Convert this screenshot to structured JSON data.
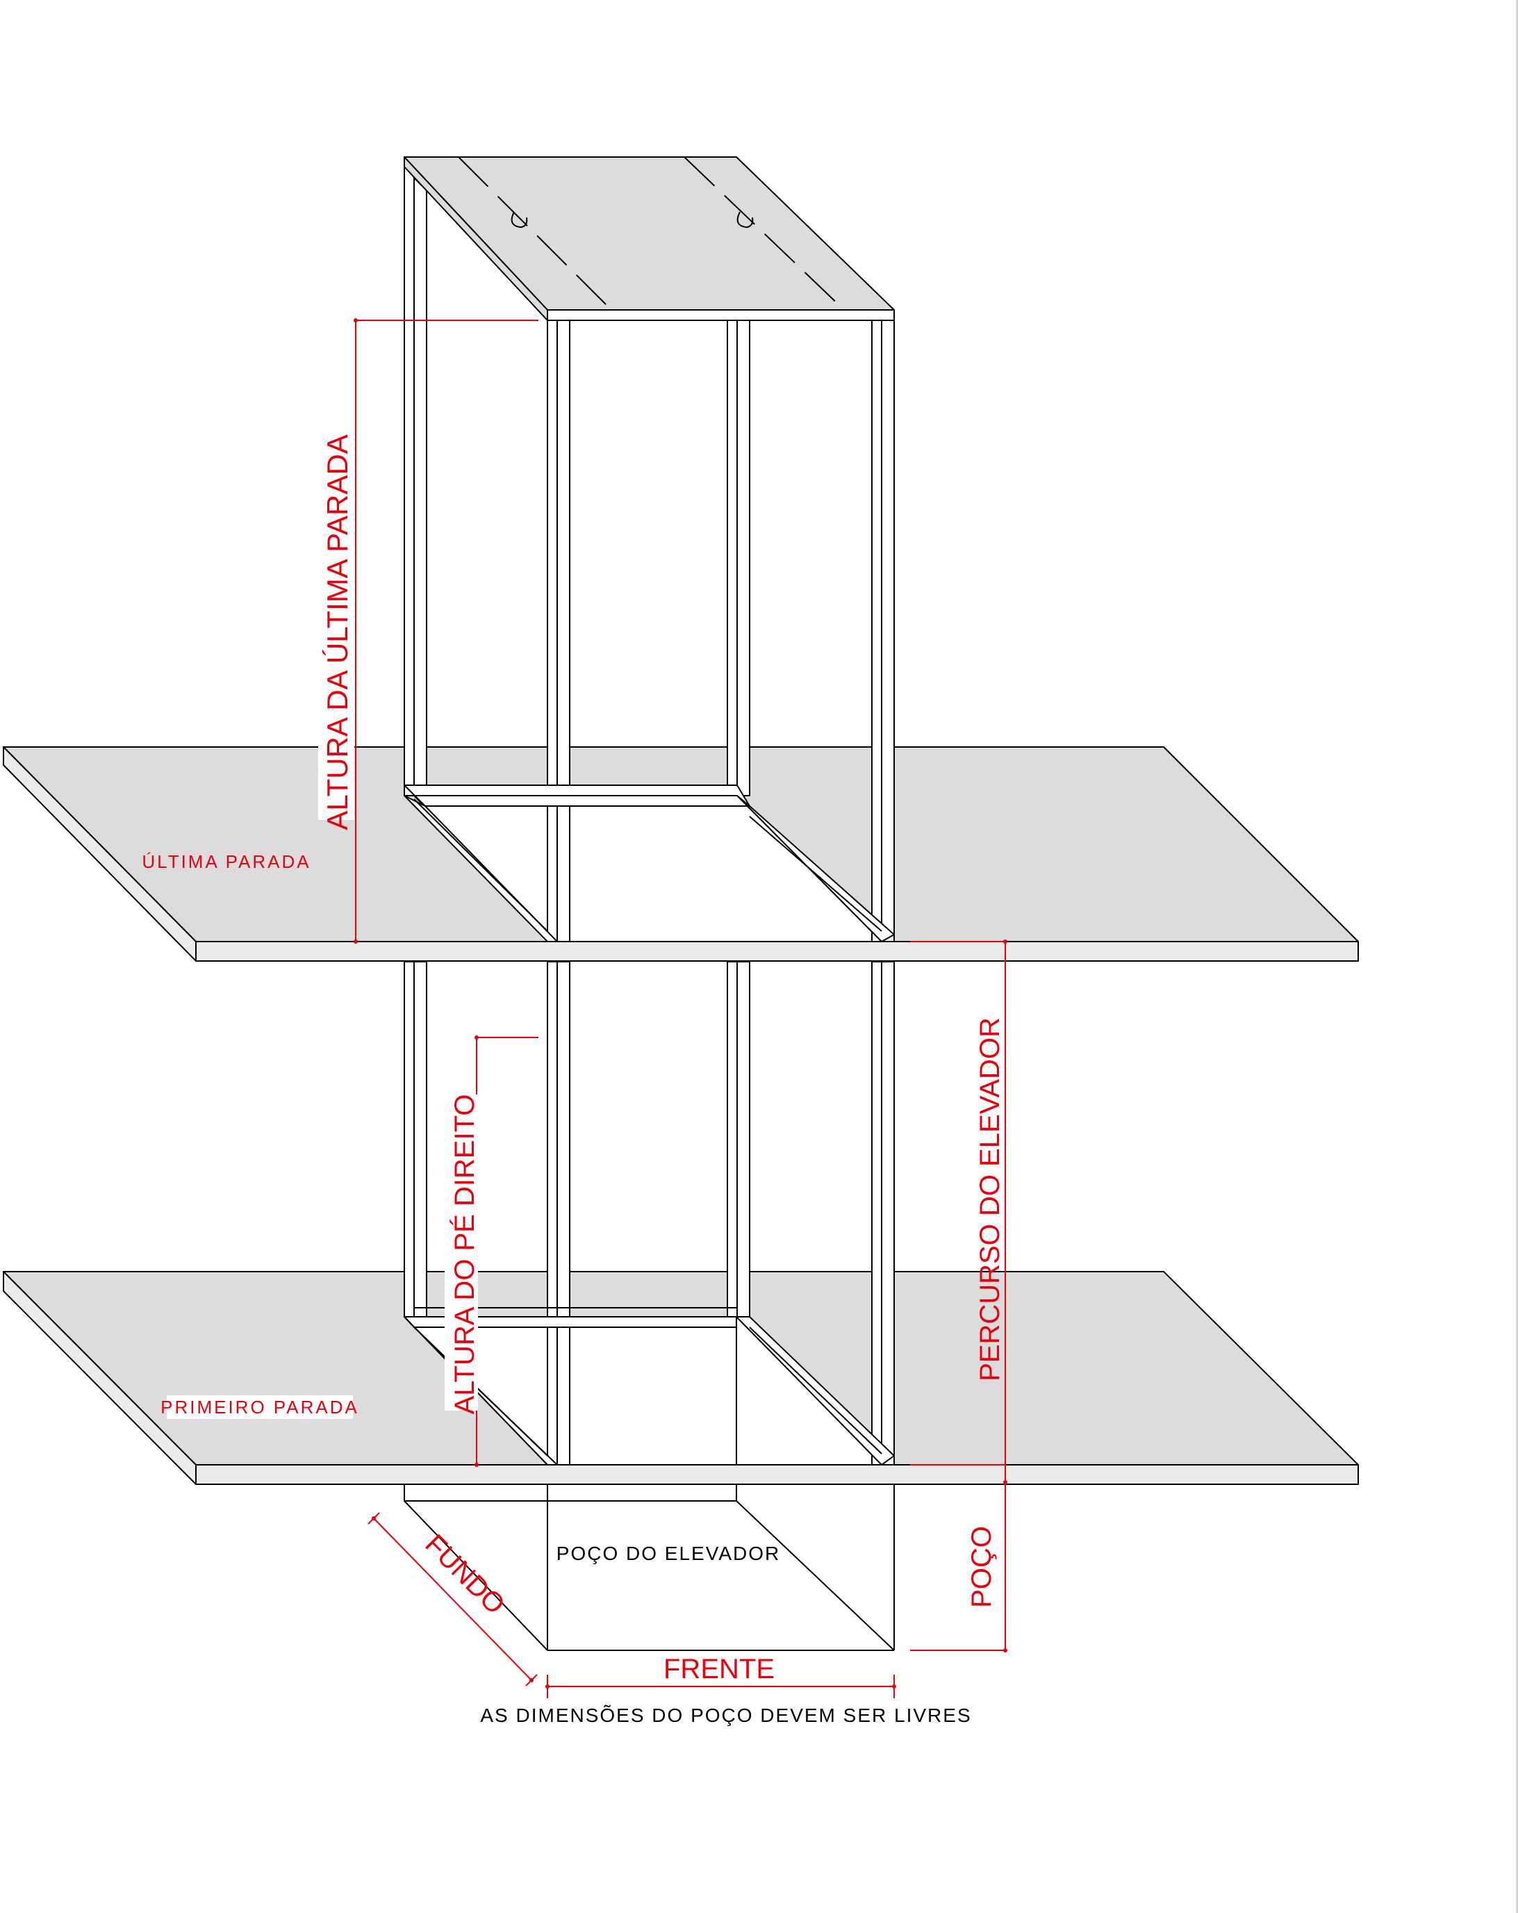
{
  "diagram": {
    "labels": {
      "altura_ultima_parada": "ALTURA DA ÚLTIMA PARADA",
      "ultima_parada": "ÚLTIMA PARADA",
      "altura_pe_direito": "ALTURA DO PÉ DIREITO",
      "percurso_elevador": "PERCURSO DO ELEVADOR",
      "primeiro_parada": "PRIMEIRO PARADA",
      "poco_do_elevador": "POÇO DO ELEVADOR",
      "fundo": "FUNDO",
      "poco": "POÇO",
      "frente": "FRENTE",
      "nota": "AS DIMENSÕES DO POÇO DEVEM SER LIVRES"
    },
    "colors": {
      "slab_fill": "#dcdcdc",
      "slab_edge_fill": "#ebebeb",
      "line": "#000000",
      "dimension": "#e8000b",
      "background": "#ffffff"
    }
  }
}
